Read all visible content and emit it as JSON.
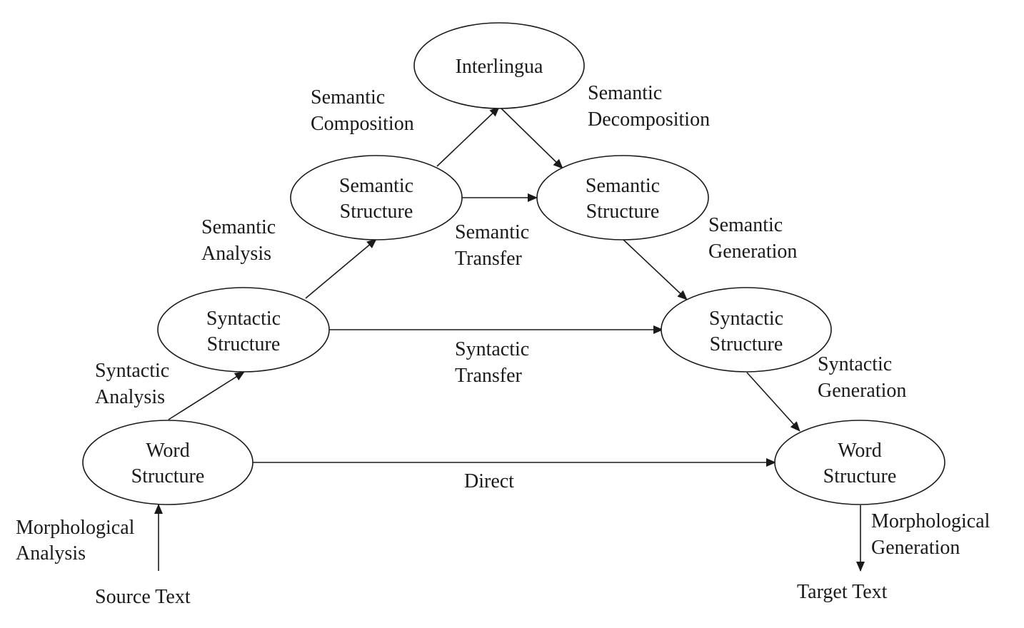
{
  "nodes": {
    "interlingua": {
      "lines": [
        "Interlingua"
      ]
    },
    "sem_struct_src": {
      "lines": [
        "Semantic",
        "Structure"
      ]
    },
    "sem_struct_tgt": {
      "lines": [
        "Semantic",
        "Structure"
      ]
    },
    "syn_struct_src": {
      "lines": [
        "Syntactic",
        "Structure"
      ]
    },
    "syn_struct_tgt": {
      "lines": [
        "Syntactic",
        "Structure"
      ]
    },
    "word_struct_src": {
      "lines": [
        "Word",
        "Structure"
      ]
    },
    "word_struct_tgt": {
      "lines": [
        "Word",
        "Structure"
      ]
    }
  },
  "labels": {
    "semantic_composition": [
      "Semantic",
      "Composition"
    ],
    "semantic_decomposition": [
      "Semantic",
      "Decomposition"
    ],
    "semantic_analysis": [
      "Semantic",
      "Analysis"
    ],
    "semantic_transfer": [
      "Semantic",
      "Transfer"
    ],
    "semantic_generation": [
      "Semantic",
      "Generation"
    ],
    "syntactic_analysis": [
      "Syntactic",
      "Analysis"
    ],
    "syntactic_transfer": [
      "Syntactic",
      "Transfer"
    ],
    "syntactic_generation": [
      "Syntactic",
      "Generation"
    ],
    "direct": [
      "Direct"
    ],
    "morphological_analysis": [
      "Morphological",
      "Analysis"
    ],
    "morphological_generation": [
      "Morphological",
      "Generation"
    ],
    "source_text": [
      "Source Text"
    ],
    "target_text": [
      "Target Text"
    ]
  },
  "edges": [
    {
      "from": "source_text",
      "to": "word_struct_src"
    },
    {
      "from": "word_struct_src",
      "to": "syn_struct_src"
    },
    {
      "from": "syn_struct_src",
      "to": "sem_struct_src"
    },
    {
      "from": "sem_struct_src",
      "to": "interlingua"
    },
    {
      "from": "interlingua",
      "to": "sem_struct_tgt"
    },
    {
      "from": "sem_struct_src",
      "to": "sem_struct_tgt"
    },
    {
      "from": "sem_struct_tgt",
      "to": "syn_struct_tgt"
    },
    {
      "from": "syn_struct_src",
      "to": "syn_struct_tgt"
    },
    {
      "from": "syn_struct_tgt",
      "to": "word_struct_tgt"
    },
    {
      "from": "word_struct_src",
      "to": "word_struct_tgt"
    },
    {
      "from": "word_struct_tgt",
      "to": "target_text"
    }
  ]
}
